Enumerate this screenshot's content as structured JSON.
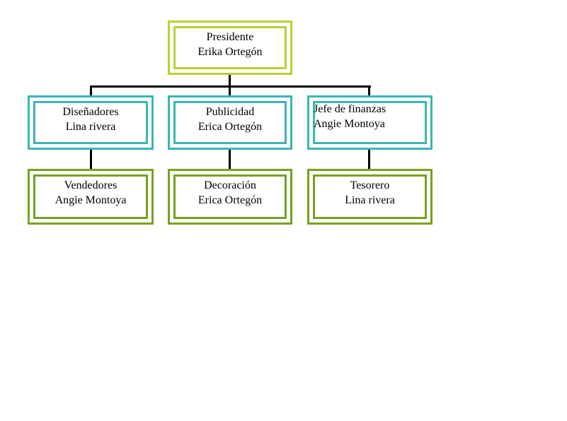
{
  "colors": {
    "top": "#b5d334",
    "middle": "#3bb5b6",
    "bottom": "#78a022",
    "connector": "#000000"
  },
  "president": {
    "role": "Presidente",
    "name": "Erika Ortegón"
  },
  "middle": [
    {
      "role": "Diseñadores",
      "name": "Lina rivera"
    },
    {
      "role": "Publicidad",
      "name": "Erica Ortegón"
    },
    {
      "role": "Jefe de finanzas",
      "name": "Angie Montoya"
    }
  ],
  "bottom": [
    {
      "role": "Vendedores",
      "name": "Angie Montoya"
    },
    {
      "role": "Decoración",
      "name": "Erica Ortegón"
    },
    {
      "role": "Tesorero",
      "name": "Lina rivera"
    }
  ]
}
